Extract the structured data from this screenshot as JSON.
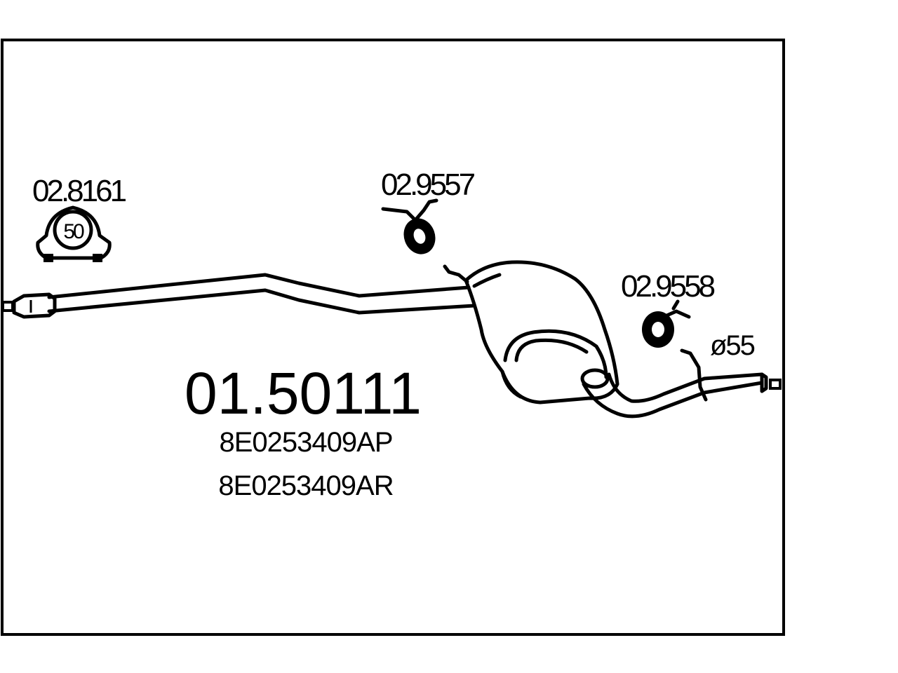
{
  "part_number": "01.50111",
  "oem_numbers": [
    "8E0253409AP",
    "8E0253409AR"
  ],
  "accessories": [
    {
      "code": "02.8161",
      "badge": "50"
    },
    {
      "code": "02.9557"
    },
    {
      "code": "02.9558"
    }
  ],
  "outlet_diameter": "ø55"
}
